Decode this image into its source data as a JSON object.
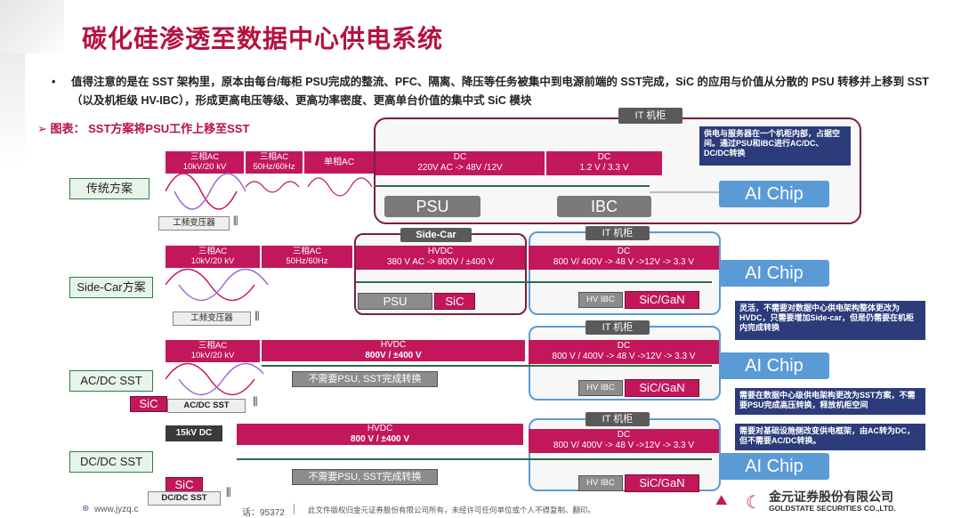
{
  "title": "碳化硅渗透至数据中心供电系统",
  "bullet": {
    "dot": "•",
    "text": "值得注意的是在 SST 架构里，原本由每台/每柜 PSU完成的整流、PFC、隔离、降压等任务被集中到电源前端的 SST完成，SiC 的应用与价值从分散的 PSU 转移并上移到 SST（以及机柜级 HV-IBC），形成更高电压等级、更高功率密度、更高单台价值的集中式 SiC 模块"
  },
  "figure_label": "➢ 图表：  SST方案将PSU工作上移至SST",
  "rows": {
    "traditional": {
      "label": "传统方案",
      "it_cabinet": "IT 机柜",
      "seg1": "三相AC\n10kV/20 kV",
      "seg2": "三相AC\n50Hz/60Hz",
      "seg3": "单相AC",
      "dc1": "DC\n220V AC -> 48V /12V",
      "dc2": "DC\n1.2 V / 3.3 V",
      "psu": "PSU",
      "ibc": "IBC",
      "ai_chip": "AI Chip",
      "transformer": "工频变压器",
      "note": "供电与服务器在一个机柜内部，占据空间。通过PSU和IBC进行AC/DC、DC/DC转换"
    },
    "sidecar": {
      "label": "Side-Car方案",
      "sidecar_title": "Side-Car",
      "it_cabinet": "IT 机柜",
      "seg1": "三相AC\n10kV/20 kV",
      "seg2": "三相AC\n50Hz/60Hz",
      "hvdc": "HVDC\n380 V AC -> 800V / ±400 V",
      "dc": "DC\n800 V/ 400V -> 48 V ->12V -> 3.3 V",
      "psu": "PSU",
      "sic": "SiC",
      "hvibc": "HV IBC",
      "sicgan": "SiC/GaN",
      "ai_chip": "AI Chip",
      "transformer": "工频变压器",
      "note": "灵活，不需要对数据中心供电架构整体更改为HVDC，只需要增加Side-car，但是仍需要在机柜内完成转换"
    },
    "acdc": {
      "label": "AC/DC SST",
      "it_cabinet": "IT 机柜",
      "seg1": "三相AC\n10kV/20 kV",
      "hvdc_title": "HVDC",
      "hvdc_value": "800V / ±400 V",
      "dc": "DC\n800 V / 400V -> 48 V ->12V -> 3.3 V",
      "no_psu": "不需要PSU, SST完成转换",
      "hvibc": "HV IBC",
      "sicgan": "SiC/GaN",
      "ai_chip": "AI Chip",
      "sic": "SiC",
      "sst": "AC/DC SST",
      "note": "需要在数据中心级供电架构更改为SST方案，不需要PSU完成高压转换，释放机柜空间"
    },
    "dcdc": {
      "label": "DC/DC SST",
      "it_cabinet": "IT 机柜",
      "src": "15kV DC",
      "hvdc_title": "HVDC",
      "hvdc_value": "800 V / ±400 V",
      "dc": "DC\n800 V/ 400V -> 48 V ->12V -> 3.3 V",
      "no_psu": "不需要PSU, SST完成转换",
      "hvibc": "HV IBC",
      "sicgan": "SiC/GaN",
      "ai_chip": "AI Chip",
      "sic": "SiC",
      "sst": "DC/DC SST",
      "note": "需要对基础设施侧改变供电框架，由AC转为DC，但不需要AC/DC转换。"
    }
  },
  "footer": {
    "website": "www.jyzq.c",
    "phone": "话：95372",
    "copyright": "此文件版权归金元证券股份有限公司所有，未经许可任何单位或个人不得复制、翻印。",
    "company_cn": "金元证券股份有限公司",
    "company_en": "GOLDSTATE SECURITIES CO.,LTD."
  },
  "colors": {
    "accent": "#b5123e",
    "pink": "#c2185b",
    "navy": "#2c3b7a",
    "chip_blue": "#5b9bd5"
  }
}
